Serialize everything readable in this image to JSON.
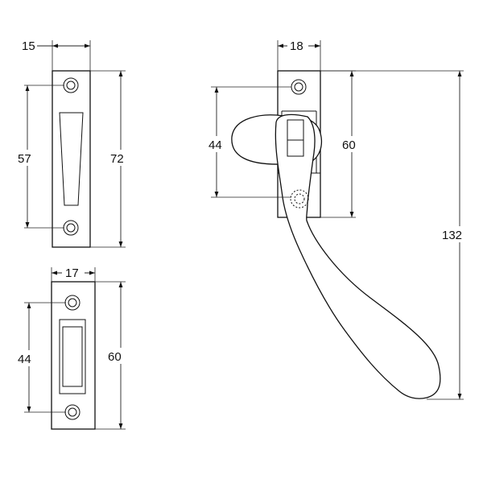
{
  "dimensions": {
    "keep_small_width": "15",
    "keep_small_hole_spacing": "57",
    "keep_small_height": "72",
    "keep_large_width": "17",
    "keep_large_hole_spacing": "44",
    "keep_large_height": "60",
    "fastener_width": "18",
    "fastener_hole_to_pivot": "44",
    "fastener_plate_height": "60",
    "fastener_overall_height": "132"
  },
  "colors": {
    "line": "#111111",
    "background": "#ffffff"
  }
}
